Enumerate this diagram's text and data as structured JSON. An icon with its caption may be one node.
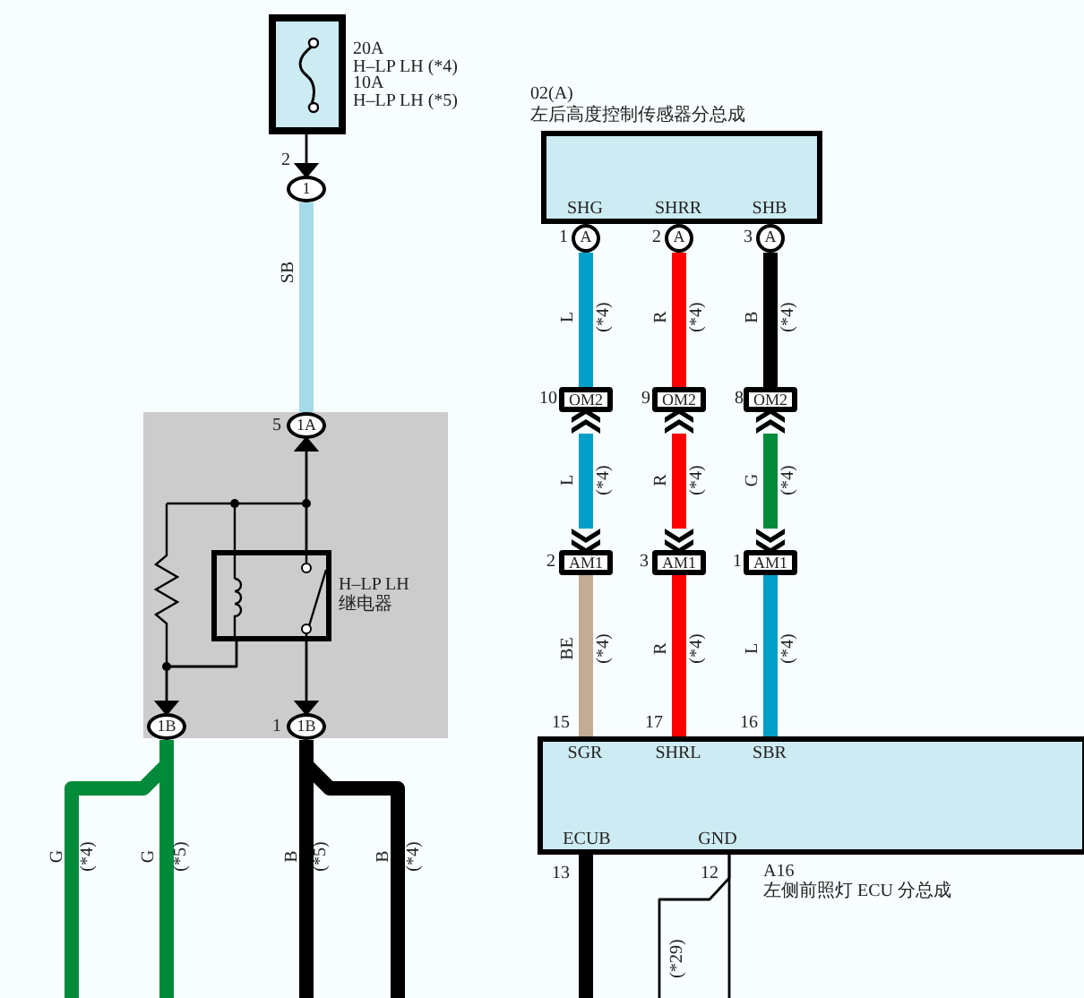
{
  "diagram": {
    "nodes": [
      {
        "text": [],
        "shape": "box",
        "beside": [
          "20A",
          "H–LP LH (*4)",
          "10A",
          "H–LP LH (*5)"
        ]
      },
      {
        "text": [
          "1"
        ]
      },
      {
        "text": [],
        "shape": "box"
      },
      {
        "text": [
          "1A"
        ],
        "in": 2,
        "beside": [
          "5"
        ]
      },
      {
        "text": [
          "H–LP LH 继电器"
        ],
        "in": 2
      },
      {
        "text": [
          "1B"
        ],
        "in": 2
      },
      {
        "text": [
          "1B"
        ],
        "in": 2,
        "beside": [
          "1"
        ]
      },
      {
        "text": [
          "02(A)",
          "左后高度控制传感器分总成",
          "SHG",
          "SHRR",
          "SHB"
        ]
      },
      {
        "text": [
          "A"
        ],
        "beside": [
          "1"
        ]
      },
      {
        "text": [
          "A"
        ],
        "beside": [
          "2"
        ]
      },
      {
        "text": [
          "A"
        ],
        "beside": [
          "3"
        ]
      },
      {
        "text": [
          "OM2"
        ],
        "beside": [
          "10"
        ]
      },
      {
        "text": [
          "OM2"
        ],
        "beside": [
          "9"
        ]
      },
      {
        "text": [
          "OM2"
        ],
        "beside": [
          "8"
        ]
      },
      {
        "text": [
          "AM1"
        ],
        "beside": [
          "2"
        ]
      },
      {
        "text": [
          "AM1"
        ],
        "beside": [
          "3"
        ]
      },
      {
        "text": [
          "AM1"
        ],
        "beside": [
          "1"
        ]
      },
      {
        "text": [
          "SGR",
          "SHRL",
          "SBR",
          "ECUB",
          "GND",
          "A16",
          "左侧前照灯 ECU 分总成"
        ]
      }
    ],
    "edges": [
      {
        "from": 0,
        "to": 1,
        "arrow": "to"
      },
      {
        "from": 1,
        "to": 3,
        "arrow": "none",
        "label": "SB",
        "color": "#a5dbe9"
      },
      {
        "from": 4,
        "to": 3,
        "arrow": "to"
      },
      {
        "from": 4,
        "to": 6,
        "arrow": "to"
      },
      {
        "from": 4,
        "to": 5,
        "arrow": "to"
      },
      {
        "from": 5,
        "to": null,
        "arrow": "none",
        "label": "G",
        "color": "#008a3a"
      },
      {
        "from": 5,
        "to": null,
        "arrow": "none",
        "label": "G",
        "color": "#008a3a"
      },
      {
        "from": 6,
        "to": null,
        "arrow": "none",
        "label": "B"
      },
      {
        "from": 6,
        "to": null,
        "arrow": "none",
        "label": "B"
      },
      {
        "from": 8,
        "to": 11,
        "arrow": "none",
        "label": "L",
        "color": "#009fc8"
      },
      {
        "from": 9,
        "to": 12,
        "arrow": "none",
        "label": "R",
        "color": "#ff0000"
      },
      {
        "from": 10,
        "to": 13,
        "arrow": "none",
        "label": "B"
      },
      {
        "from": 11,
        "to": 14,
        "arrow": "both",
        "label": "L",
        "color": "#009fc8"
      },
      {
        "from": 12,
        "to": 15,
        "arrow": "both",
        "label": "R",
        "color": "#ff0000"
      },
      {
        "from": 13,
        "to": 16,
        "arrow": "both",
        "label": "G",
        "color": "#008a3a"
      },
      {
        "from": 14,
        "to": 17,
        "arrow": "none",
        "label": "BE",
        "color": "#c4ab93"
      },
      {
        "from": 15,
        "to": 17,
        "arrow": "none",
        "label": "R",
        "color": "#ff0000"
      },
      {
        "from": 16,
        "to": 17,
        "arrow": "none",
        "label": "L",
        "color": "#009fc8"
      },
      {
        "from": 17,
        "to": null,
        "arrow": "none"
      },
      {
        "from": 17,
        "to": null,
        "arrow": "none"
      },
      {
        "from": 17,
        "to": null,
        "arrow": "none",
        "label": "(*29)"
      }
    ],
    "labels": [
      "2",
      "(*4)",
      "(*4)",
      "(*4)",
      "(*4)",
      "(*4)",
      "(*4)",
      "(*4)",
      "(*4)",
      "(*4)",
      "15",
      "17",
      "16",
      "(*4)",
      "(*5)",
      "(*5)",
      "(*4)",
      "13",
      "12"
    ]
  }
}
